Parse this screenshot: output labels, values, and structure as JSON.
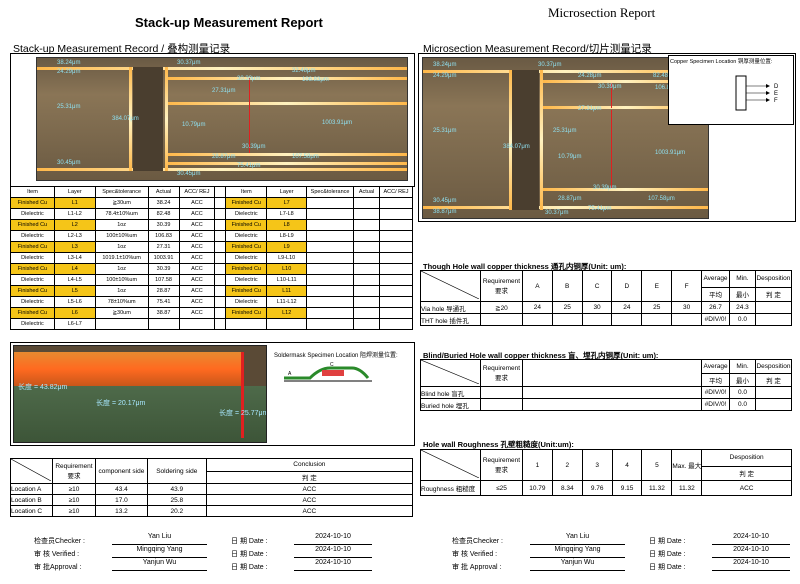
{
  "left_title": "Stack-up Measurement Report",
  "right_title": "Microsection Report",
  "left_subtitle": "Stack-up Measurement Record / 叠构测量记录",
  "right_subtitle": "Microsection Measurement Record/切片测量记录",
  "copper_specimen_location": "Copper Specimen Location 铜厚测量位置:",
  "specimen_letters": [
    "D",
    "E",
    "F"
  ],
  "stackup_photo_labels": [
    "38.24μm",
    "24.29μm",
    "30.37μm",
    "32.48μm",
    "30.39μm",
    "106.83μm",
    "27.31μm",
    "25.31μm",
    "384.07μm",
    "10.79μm",
    "1003.91μm",
    "30.39μm",
    "28.87μm",
    "107.58μm",
    "75.41μm",
    "30.45μm",
    "38.87μm"
  ],
  "stackup_headers": [
    "Item",
    "Layer",
    "Spec&tolerance",
    "Actual",
    "ACC/ REJ",
    "Item",
    "Layer",
    "Spec&tolerance",
    "Actual",
    "ACC/ REJ"
  ],
  "stackup_rows": [
    {
      "l_item": "Finished Cu",
      "l_layer": "L1",
      "l_spec": "≧30um",
      "l_actual": "38.24",
      "l_acc": "ACC",
      "r_item": "Finished Cu",
      "r_layer": "L7",
      "r_spec": "",
      "r_actual": "",
      "r_acc": ""
    },
    {
      "l_item": "Dielectric",
      "l_layer": "L1-L2",
      "l_spec": "78.4±10%um",
      "l_actual": "82.48",
      "l_acc": "ACC",
      "r_item": "Dielectric",
      "r_layer": "L7-L8",
      "r_spec": "",
      "r_actual": "",
      "r_acc": ""
    },
    {
      "l_item": "Finished Cu",
      "l_layer": "L2",
      "l_spec": "1oz",
      "l_actual": "30.39",
      "l_acc": "ACC",
      "r_item": "Finished Cu",
      "r_layer": "L8",
      "r_spec": "",
      "r_actual": "",
      "r_acc": ""
    },
    {
      "l_item": "Dielectric",
      "l_layer": "L2-L3",
      "l_spec": "100±10%um",
      "l_actual": "106.83",
      "l_acc": "ACC",
      "r_item": "Dielectric",
      "r_layer": "L8-L9",
      "r_spec": "",
      "r_actual": "",
      "r_acc": ""
    },
    {
      "l_item": "Finished Cu",
      "l_layer": "L3",
      "l_spec": "1oz",
      "l_actual": "27.31",
      "l_acc": "ACC",
      "r_item": "Finished Cu",
      "r_layer": "L9",
      "r_spec": "",
      "r_actual": "",
      "r_acc": ""
    },
    {
      "l_item": "Dielectric",
      "l_layer": "L3-L4",
      "l_spec": "1019.1±10%um",
      "l_actual": "1003.91",
      "l_acc": "ACC",
      "r_item": "Dielectric",
      "r_layer": "L9-L10",
      "r_spec": "",
      "r_actual": "",
      "r_acc": ""
    },
    {
      "l_item": "Finished Cu",
      "l_layer": "L4",
      "l_spec": "1oz",
      "l_actual": "30.39",
      "l_acc": "ACC",
      "r_item": "Finished Cu",
      "r_layer": "L10",
      "r_spec": "",
      "r_actual": "",
      "r_acc": ""
    },
    {
      "l_item": "Dielectric",
      "l_layer": "L4-L5",
      "l_spec": "100±10%um",
      "l_actual": "107.58",
      "l_acc": "ACC",
      "r_item": "Dielectric",
      "r_layer": "L10-L11",
      "r_spec": "",
      "r_actual": "",
      "r_acc": ""
    },
    {
      "l_item": "Finished Cu",
      "l_layer": "L5",
      "l_spec": "1oz",
      "l_actual": "28.87",
      "l_acc": "ACC",
      "r_item": "Finished Cu",
      "r_layer": "L11",
      "r_spec": "",
      "r_actual": "",
      "r_acc": ""
    },
    {
      "l_item": "Dielectric",
      "l_layer": "L5-L6",
      "l_spec": "78±10%um",
      "l_actual": "75.41",
      "l_acc": "ACC",
      "r_item": "Dielectric",
      "r_layer": "L11-L12",
      "r_spec": "",
      "r_actual": "",
      "r_acc": ""
    },
    {
      "l_item": "Finished Cu",
      "l_layer": "L6",
      "l_spec": "≧30um",
      "l_actual": "38.87",
      "l_acc": "ACC",
      "r_item": "Finished Cu",
      "r_layer": "L12",
      "r_spec": "",
      "r_actual": "",
      "r_acc": ""
    },
    {
      "l_item": "Dielectric",
      "l_layer": "L6-L7",
      "l_spec": "",
      "l_actual": "",
      "l_acc": "",
      "r_item": "",
      "r_layer": "",
      "r_spec": "",
      "r_actual": "",
      "r_acc": ""
    }
  ],
  "soldermask_labels": [
    "长度 = 43.82μm",
    "长度 = 20.17μm",
    "长度 = 25.77μm"
  ],
  "soldermask_location": "Soldermask Specimen Location 阻焊测量位置:",
  "soldermask_headers": [
    "Requirement 要求",
    "component side",
    "Soldering side",
    "Conclusion",
    "判 定"
  ],
  "soldermask_rows": [
    {
      "loc": "Location A",
      "req": "≥10",
      "comp": "43.4",
      "sold": "43.9",
      "concl": "ACC"
    },
    {
      "loc": "Location B",
      "req": "≥10",
      "comp": "17.0",
      "sold": "25.8",
      "concl": "ACC"
    },
    {
      "loc": "Location C",
      "req": "≥10",
      "comp": "13.2",
      "sold": "20.2",
      "concl": "ACC"
    }
  ],
  "micro_photo_labels": [
    "38.24μm",
    "30.37μm",
    "24.29μm",
    "24.28μm",
    "82.48μm",
    "30.39μm",
    "106.83μm",
    "27.31μm",
    "25.31μm",
    "25.31μm",
    "384.07μm",
    "10.79μm",
    "1003.91μm",
    "30.39μm",
    "28.87μm",
    "107.58μm",
    "75.41μm",
    "30.45μm",
    "30.37μm",
    "38.87μm"
  ],
  "through_hole": {
    "title": "Though Hole wall copper thickness 通孔内铜厚(Unit: um):",
    "headers": [
      "Requirement 要求",
      "A",
      "B",
      "C",
      "D",
      "E",
      "F",
      "Average",
      "Min.",
      "Desposition"
    ],
    "subheaders": [
      "平均",
      "最小",
      "判 定"
    ],
    "rows": [
      {
        "name": "Via hole 导通孔",
        "req": "≧20",
        "a": "24",
        "b": "25",
        "c": "30",
        "d": "24",
        "e": "25",
        "f": "30",
        "avg": "26.7",
        "min": "24.3",
        "dep": ""
      },
      {
        "name": "THT hole 插件孔",
        "req": "",
        "a": "",
        "b": "",
        "c": "",
        "d": "",
        "e": "",
        "f": "",
        "avg": "#DIV/0!",
        "min": "0.0",
        "dep": ""
      }
    ]
  },
  "blind_hole": {
    "title": "Blind/Buried Hole wall copper thickness 盲、埋孔内铜厚(Unit: um):",
    "headers": [
      "Requirement 要求",
      "Average",
      "Min.",
      "Desposition"
    ],
    "subheaders": [
      "平均",
      "最小",
      "判 定"
    ],
    "rows": [
      {
        "name": "Blind hole 盲孔",
        "avg": "#DIV/0!",
        "min": "0.0"
      },
      {
        "name": "Buried hole 埋孔",
        "avg": "#DIV/0!",
        "min": "0.0"
      }
    ]
  },
  "roughness": {
    "title": "Hole wall Roughness 孔壁粗糙度(Unit:um):",
    "headers": [
      "Requirement 要求",
      "1",
      "2",
      "3",
      "4",
      "5",
      "Max. 最大",
      "Desposition",
      "判 定"
    ],
    "row": {
      "name": "Roughness 粗糙度",
      "req": "≤25",
      "v1": "10.79",
      "v2": "8.34",
      "v3": "9.76",
      "v4": "9.15",
      "v5": "11.32",
      "max": "11.32",
      "dep": "ACC"
    }
  },
  "signatures_left": [
    {
      "role": "检查员Checker :",
      "name": "Yan Liu",
      "date_label": "日 期   Date :",
      "date": "2024-10-10"
    },
    {
      "role": "审 核 Verified :",
      "name": "Mingqing Yang",
      "date_label": "日 期   Date :",
      "date": "2024-10-10"
    },
    {
      "role": "审 批Approval :",
      "name": "Yanjun Wu",
      "date_label": "日 期   Date :",
      "date": "2024-10-10"
    }
  ],
  "signatures_right": [
    {
      "role": "检查员Checker :",
      "name": "Yan Liu",
      "date_label": "日 期   Date :",
      "date": "2024-10-10"
    },
    {
      "role": "审 核 Verified :",
      "name": "Mingqing Yang",
      "date_label": "日 期   Date :",
      "date": "2024-10-10"
    },
    {
      "role": "审 批 Approval :",
      "name": "Yanjun Wu",
      "date_label": "日 期   Date :",
      "date": "2024-10-10"
    }
  ]
}
